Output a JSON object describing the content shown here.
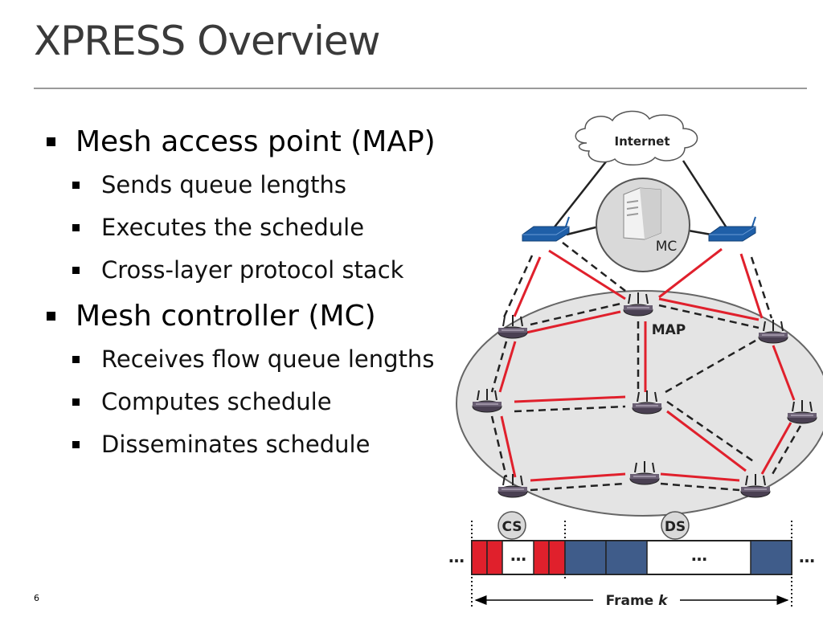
{
  "slide": {
    "title": "XPRESS Overview",
    "page_number": "6"
  },
  "bullets": [
    {
      "text": "Mesh access point (MAP)",
      "level": 1
    },
    {
      "text": "Sends queue lengths",
      "level": 2
    },
    {
      "text": "Executes the schedule",
      "level": 2
    },
    {
      "text": "Cross-layer protocol stack",
      "level": 2
    },
    {
      "text": "Mesh controller (MC)",
      "level": 1
    },
    {
      "text": "Receives flow queue lengths",
      "level": 2
    },
    {
      "text": "Computes schedule",
      "level": 2
    },
    {
      "text": "Disseminates schedule",
      "level": 2
    }
  ],
  "diagram": {
    "cloud_label": "Internet",
    "controller_label": "MC",
    "map_label": "MAP",
    "control_slot_label": "CS",
    "data_slot_label": "DS",
    "frame_label": "Frame ",
    "frame_var": "k",
    "ellipsis": "…",
    "colors": {
      "link_red": "#e0202c",
      "slot_red": "#e0202c",
      "slot_blue": "#3f5c8a",
      "mesh_fill": "#e4e4e4",
      "gateway_blue": "#1f5fa8"
    }
  }
}
